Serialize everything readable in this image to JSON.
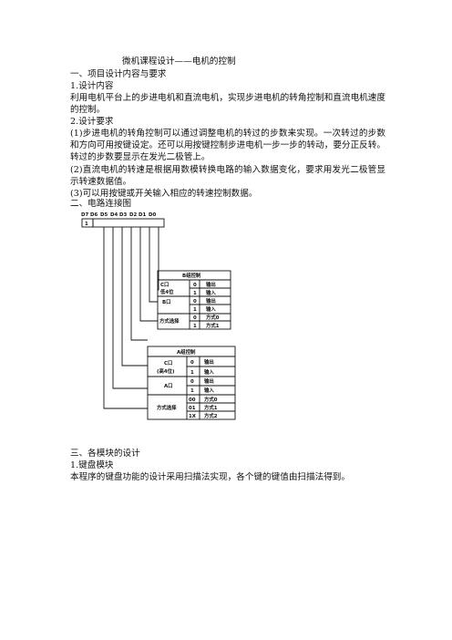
{
  "doc_title": "微机课程设计——电机的控制",
  "sec1_heading": "一、项目设计内容与要求",
  "sub1_heading": "1.设计内容",
  "sub1_text": "利用电机平台上的步进电机和直流电机，实现步进电机的转角控制和直流电机速度的控制。",
  "sub2_heading": "2.设计要求",
  "req1": "(1)步进电机的转角控制可以通过调整电机的转过的步数来实现。一次转过的步数和方向可用按键设定。还可以用按键控制步进电机一步一步的转动，要分正反转。转过的步数要显示在发光二极管上。",
  "req2": "(2)直流电机的转速是根据用数模转换电路的输入数据变化，要求用发光二极管显示转速数据值。",
  "req3": "(3)可以用按键或开关输入相应的转速控制数据。",
  "sec2_heading": "二、电路连接图",
  "diagram": {
    "bits": [
      "D7",
      "D6",
      "D5",
      "D4",
      "D3",
      "D2",
      "D1",
      "D0"
    ],
    "bit7_value": "1",
    "groupB": {
      "title": "B组控制",
      "portC_label": "C口",
      "portC_sub": "低4位",
      "portB_label": "B口",
      "mode_label": "方式选择",
      "rows_io": [
        [
          "0",
          "输出"
        ],
        [
          "1",
          "输入"
        ]
      ],
      "rows_mode": [
        [
          "0",
          "方式0"
        ],
        [
          "1",
          "方式1"
        ]
      ]
    },
    "groupA": {
      "title": "A组控制",
      "portC_label": "C口",
      "portC_sub": "(高4位)",
      "portA_label": "A口",
      "mode_label": "方式选择",
      "rows_io": [
        [
          "0",
          "输出"
        ],
        [
          "1",
          "输入"
        ]
      ],
      "rows_mode": [
        [
          "00",
          "方式0"
        ],
        [
          "01",
          "方式1"
        ],
        [
          "1X",
          "方式2"
        ]
      ]
    }
  },
  "sec3_heading": "三、各模块的设计",
  "sub3_heading": "1.键盘模块",
  "sub3_text": "本程序的键盘功能的设计采用扫描法实现，各个键的键值由扫描法得到。"
}
